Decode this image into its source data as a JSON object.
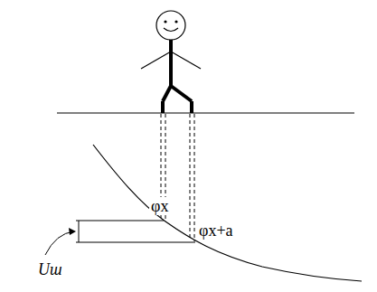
{
  "diagram": {
    "labels": [
      "φx",
      "φx+a",
      "Uш"
    ]
  }
}
